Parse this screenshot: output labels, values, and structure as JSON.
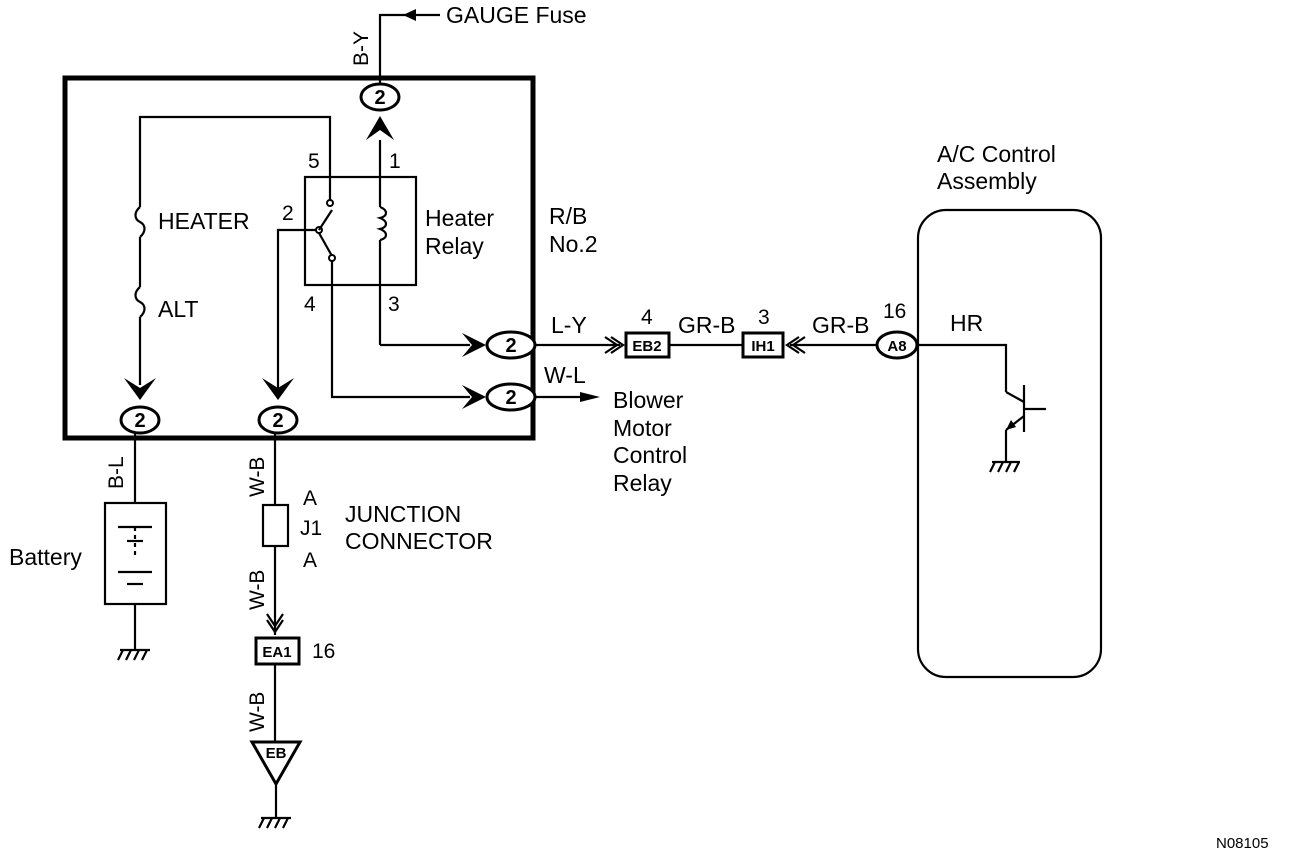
{
  "labels": {
    "gauge_fuse": "GAUGE Fuse",
    "by_wire": "B-Y",
    "heater": "HEATER",
    "alt": "ALT",
    "heater_relay_line1": "Heater",
    "heater_relay_line2": "Relay",
    "rb_line1": "R/B",
    "rb_line2": "No.2",
    "pin5": "5",
    "pin1": "1",
    "pin2": "2",
    "pin4": "4",
    "pin3": "3",
    "ly_wire": "L-Y",
    "wl_wire": "W-L",
    "grb_wire1": "GR-B",
    "grb_wire2": "GR-B",
    "eb2_pin": "4",
    "ih1_pin": "3",
    "a8_pin": "16",
    "blower_line1": "Blower",
    "blower_line2": "Motor",
    "blower_line3": "Control",
    "blower_line4": "Relay",
    "ac_line1": "A/C Control",
    "ac_line2": "Assembly",
    "hr": "HR",
    "bl_wire": "B-L",
    "battery": "Battery",
    "wb_wire1": "W-B",
    "wb_wire2": "W-B",
    "wb_wire3": "W-B",
    "j1_a_top": "A",
    "j1": "J1",
    "j1_a_bottom": "A",
    "junction_line1": "JUNCTION",
    "junction_line2": "CONNECTOR",
    "ea1_pin": "16",
    "diagram_code": "N08105"
  },
  "connectors": {
    "top": "2",
    "ly_out": "2",
    "wl_out": "2",
    "bottom_left": "2",
    "bottom_mid": "2",
    "eb2": "EB2",
    "ih1": "IH1",
    "a8": "A8",
    "ea1": "EA1",
    "eb_ground": "EB"
  }
}
